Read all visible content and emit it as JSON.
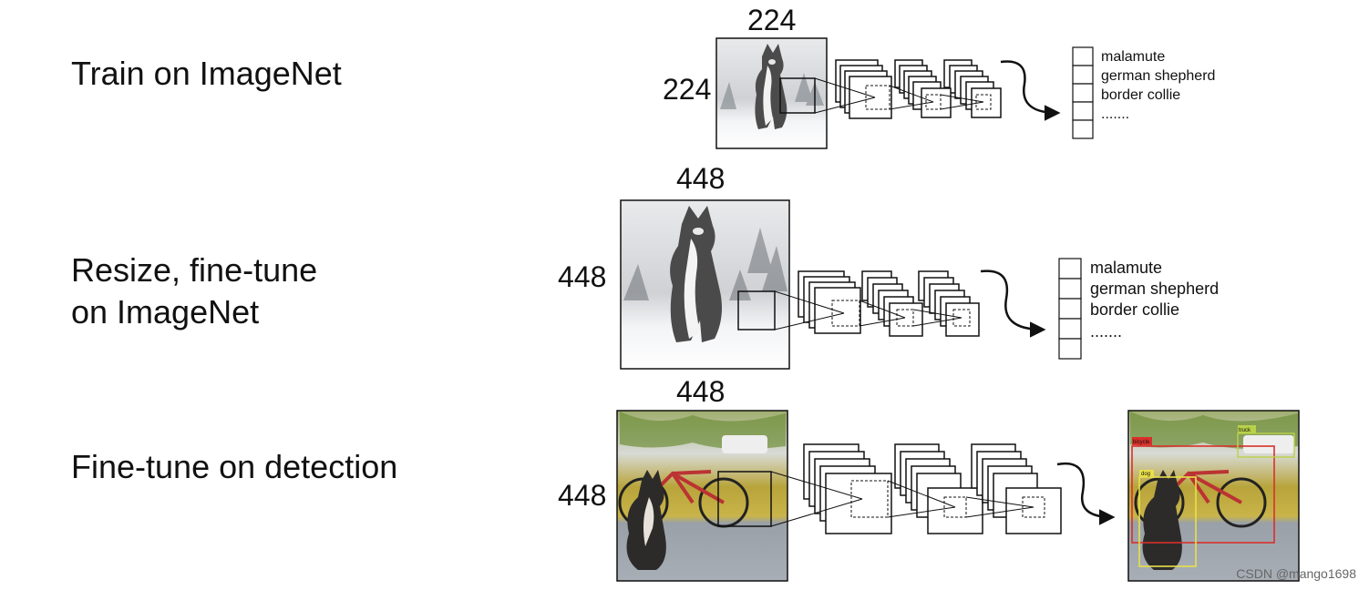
{
  "stages": [
    {
      "id": "train",
      "title_lines": [
        "Train on ImageNet"
      ],
      "size_top": "224",
      "size_left": "224",
      "image_icon": "malamute-dog-snow-photo",
      "output_labels": [
        "malamute",
        "german shepherd",
        "border collie",
        "......."
      ]
    },
    {
      "id": "resize",
      "title_lines": [
        "Resize, fine-tune",
        "on ImageNet"
      ],
      "size_top": "448",
      "size_left": "448",
      "image_icon": "malamute-dog-snow-photo-large",
      "output_labels": [
        "malamute",
        "german shepherd",
        "border collie",
        "......."
      ]
    },
    {
      "id": "detect",
      "title_lines": [
        "Fine-tune on detection"
      ],
      "size_top": "448",
      "size_left": "448",
      "image_icon": "dog-bicycle-truck-photo",
      "detections": [
        "bicycle",
        "dog",
        "truck"
      ]
    }
  ],
  "watermark": "CSDN @mango1698",
  "colors": {
    "stroke": "#111111",
    "box_red": "#d9302c",
    "box_yellow": "#e8e04a"
  }
}
